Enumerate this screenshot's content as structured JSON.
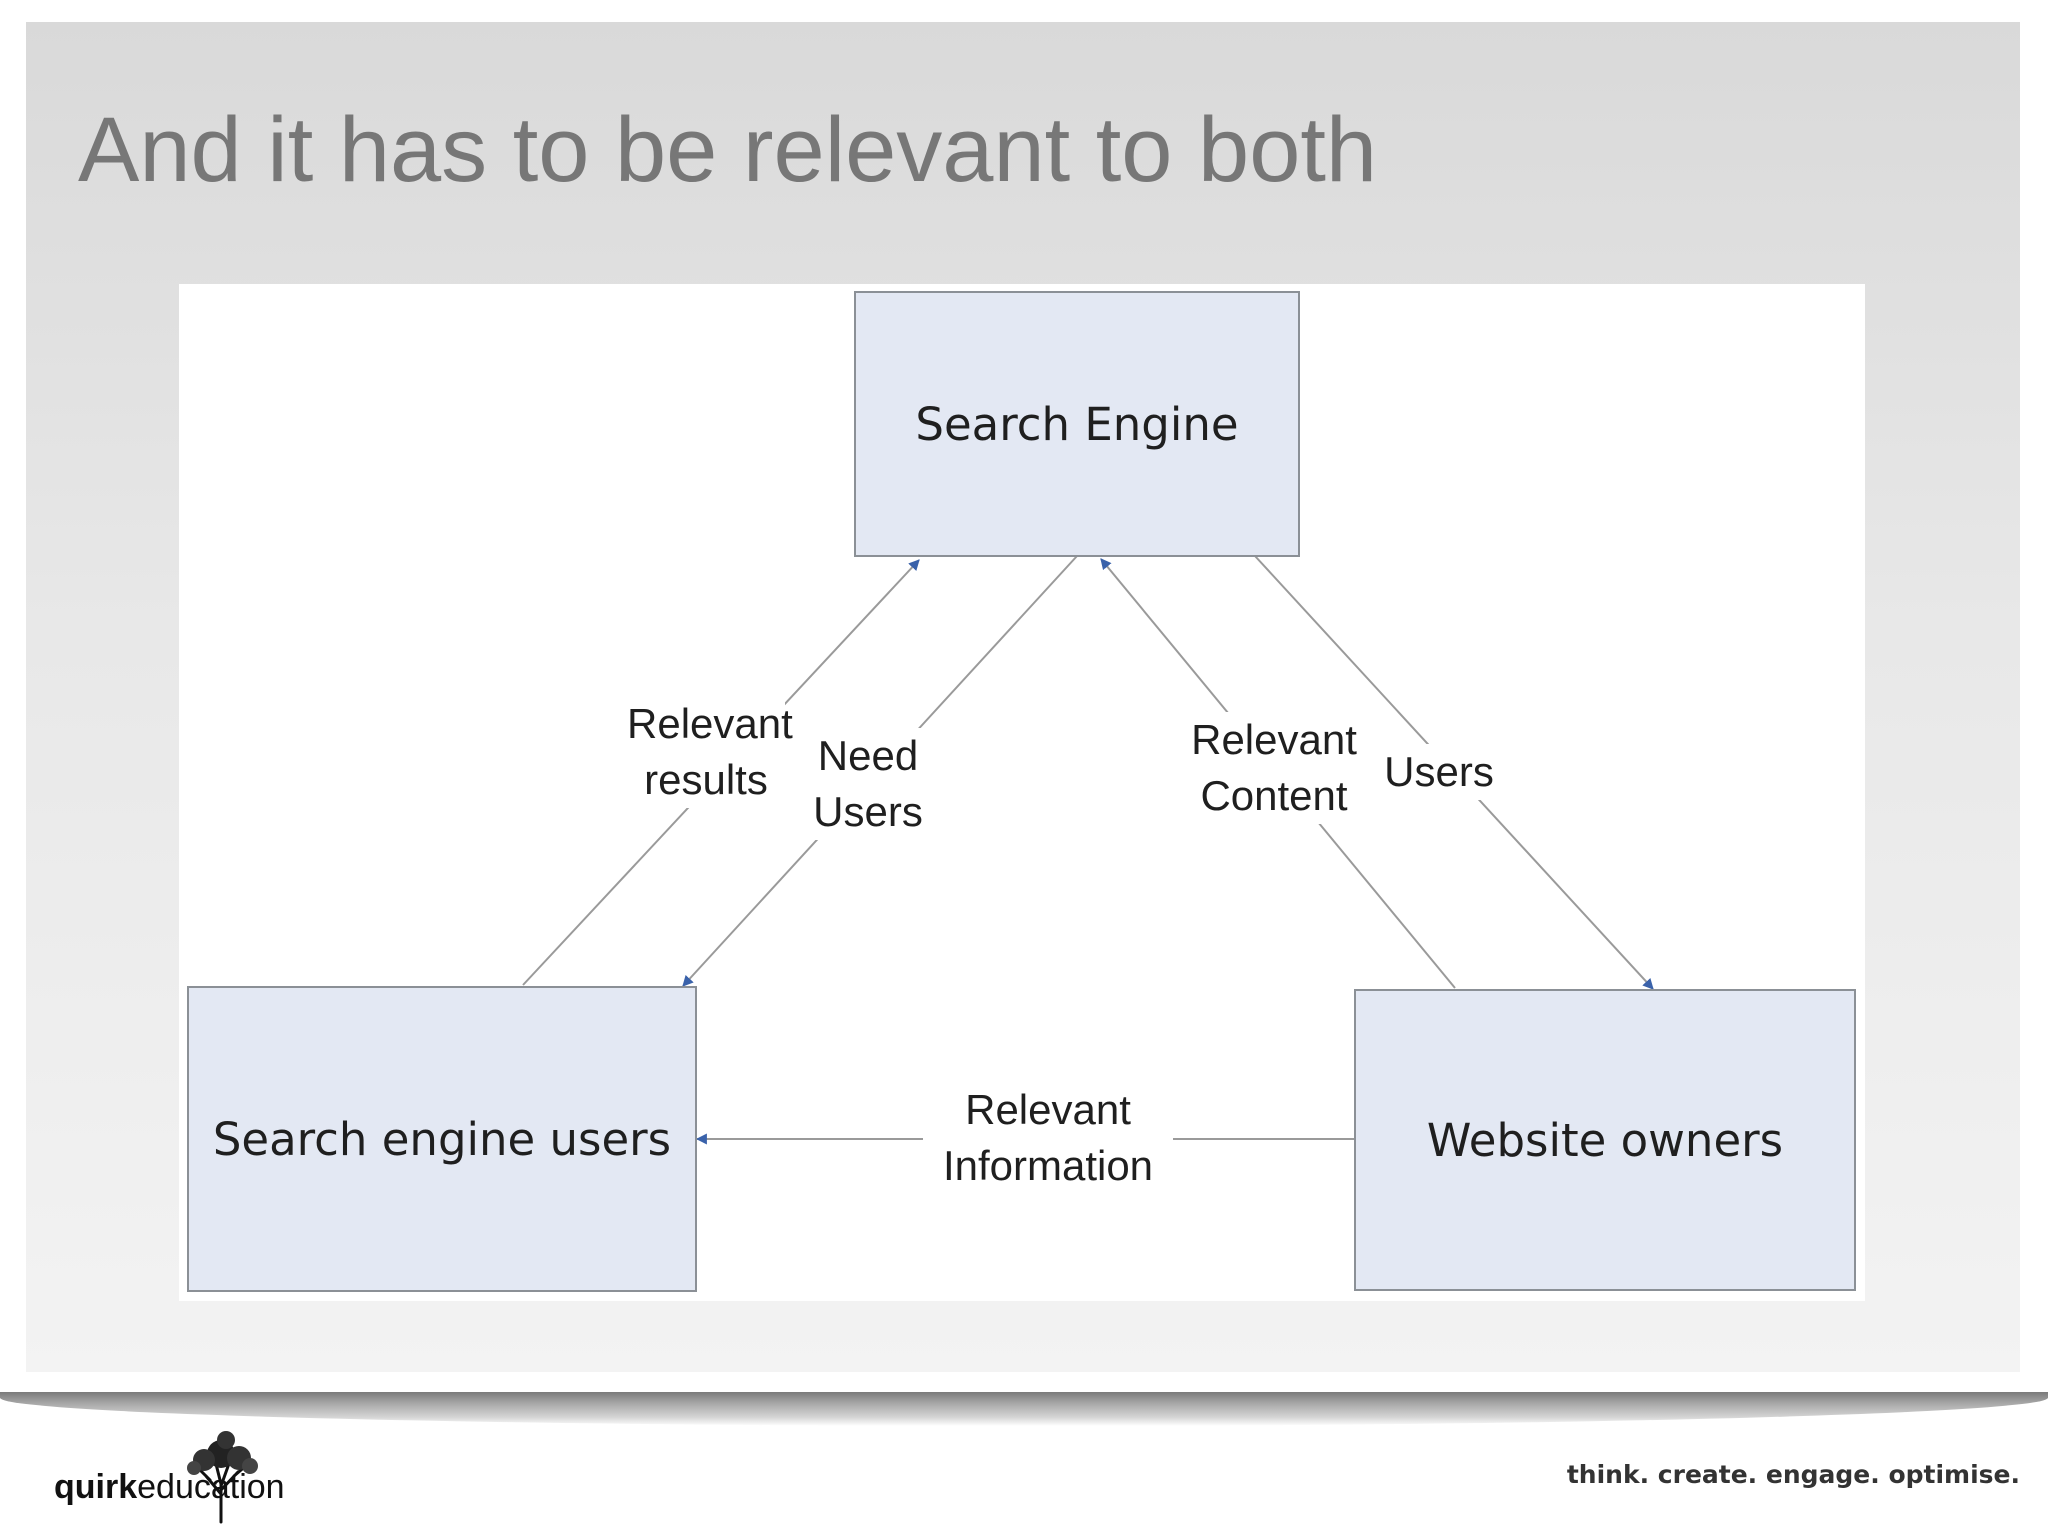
{
  "slide": {
    "title": "And it has to be relevant to both"
  },
  "diagram": {
    "nodes": {
      "search_engine": "Search Engine",
      "search_engine_users": "Search engine users",
      "website_owners": "Website owners"
    },
    "edges": [
      {
        "from": "search_engine_users",
        "to": "search_engine",
        "label": [
          "Relevant",
          "results"
        ]
      },
      {
        "from": "search_engine",
        "to": "search_engine_users",
        "label": [
          "Need",
          "Users"
        ]
      },
      {
        "from": "website_owners",
        "to": "search_engine",
        "label": [
          "Relevant",
          "Content"
        ]
      },
      {
        "from": "search_engine",
        "to": "website_owners",
        "label": [
          "Users"
        ]
      },
      {
        "from": "website_owners",
        "to": "search_engine_users",
        "label": [
          "Relevant",
          "Information"
        ]
      }
    ],
    "colors": {
      "node_fill": "#e3e8f3",
      "node_border": "#8b9096",
      "edge_line": "#9a9a9a",
      "arrowhead": "#3a62aa"
    }
  },
  "footer": {
    "logo": {
      "bold": "quirk",
      "regular": "education"
    },
    "tagline": "think. create. engage. optimise."
  }
}
